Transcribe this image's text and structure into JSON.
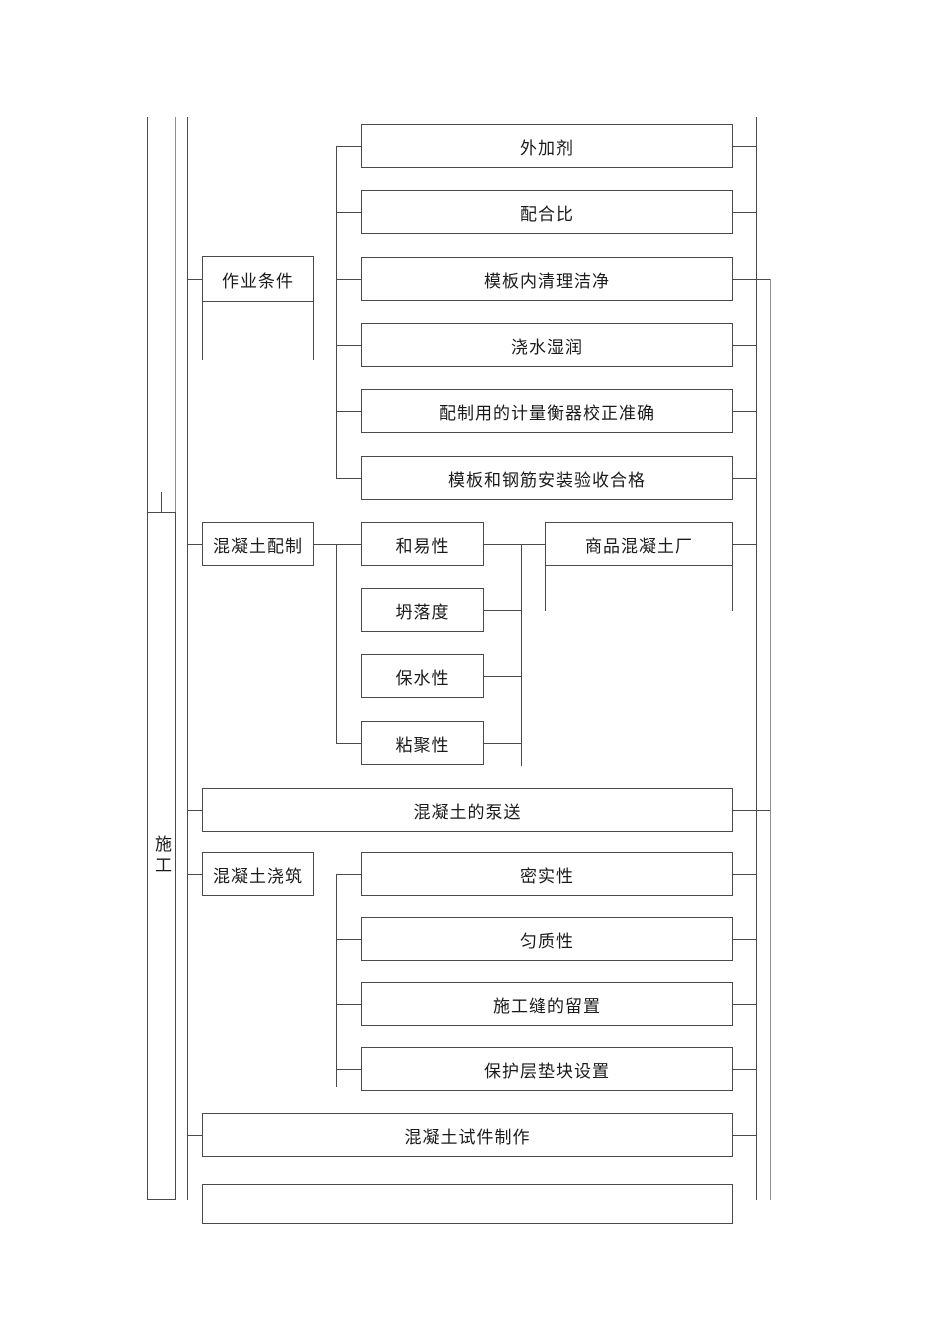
{
  "diagram": {
    "type": "tree-diagram",
    "orientation": "left-to-right",
    "title_text": "",
    "colors": {
      "line": "#4a4a4a",
      "line_light": "#8d8d8d",
      "text": "#1a1a1a",
      "background": "#ffffff"
    },
    "root": {
      "label": "施工",
      "vertical_text": true
    },
    "branches": [
      {
        "id": "working-conditions",
        "label": "作业条件",
        "children": [
          {
            "id": "admixture",
            "label": "外加剂"
          },
          {
            "id": "mix-ratio",
            "label": "配合比"
          },
          {
            "id": "formwork-clean",
            "label": "模板内清理洁净"
          },
          {
            "id": "water-wetting",
            "label": "浇水湿润"
          },
          {
            "id": "scale-calibrated",
            "label": "配制用的计量衡器校正准确"
          },
          {
            "id": "formwork-rebar-accepted",
            "label": "模板和钢筋安装验收合格"
          }
        ]
      },
      {
        "id": "concrete-preparation",
        "label": "混凝土配制",
        "children": [
          {
            "id": "workability",
            "label": "和易性"
          },
          {
            "id": "slump",
            "label": "坍落度"
          },
          {
            "id": "water-retention",
            "label": "保水性"
          },
          {
            "id": "cohesiveness",
            "label": "粘聚性"
          }
        ],
        "side_node": {
          "id": "ready-mix-plant",
          "label": "商品混凝土厂"
        }
      },
      {
        "id": "concrete-pumping",
        "label": "混凝土的泵送",
        "children": []
      },
      {
        "id": "concrete-pouring",
        "label": "混凝土浇筑",
        "children": [
          {
            "id": "compactness",
            "label": "密实性"
          },
          {
            "id": "homogeneity",
            "label": "匀质性"
          },
          {
            "id": "construction-joint",
            "label": "施工缝的留置"
          },
          {
            "id": "cover-block",
            "label": "保护层垫块设置"
          }
        ]
      },
      {
        "id": "specimen-making",
        "label": "混凝土试件制作",
        "children": []
      },
      {
        "id": "clipped-bottom-node",
        "label": "",
        "children": []
      }
    ]
  }
}
